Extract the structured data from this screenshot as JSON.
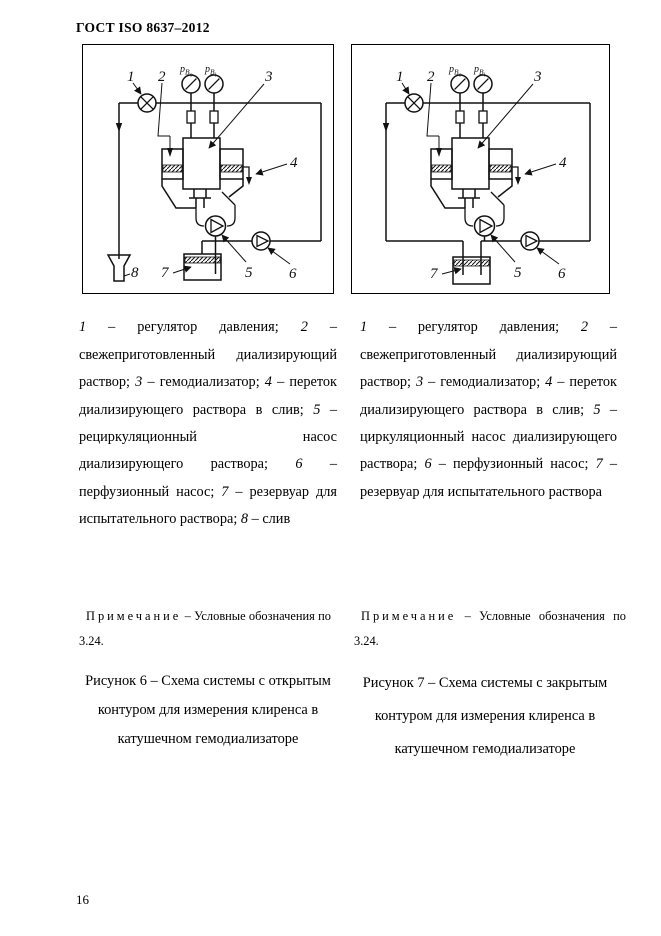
{
  "page": {
    "header": "ГОСТ ISO 8637–2012",
    "number": "16"
  },
  "gauge_labels": {
    "p": "p",
    "B": "B",
    "o": "o",
    "i": "i"
  },
  "separators": {
    "item": "; ",
    "dash": " – "
  },
  "figures": {
    "left": {
      "diagram_labels": {
        "n1": "1",
        "n2": "2",
        "n3": "3",
        "n4": "4",
        "n5": "5",
        "n6": "6",
        "n7": "7",
        "n8": "8"
      },
      "legend": [
        {
          "n": "1",
          "t": "регулятор давления"
        },
        {
          "n": "2",
          "t": "свежеприготовленный диализирующий раствор"
        },
        {
          "n": "3",
          "t": "гемодиализатор"
        },
        {
          "n": "4",
          "t": "переток диализирующего раствора в слив"
        },
        {
          "n": "5",
          "t": "рециркуляционный насос диализирующего раствора"
        },
        {
          "n": "6",
          "t": "перфузионный насос"
        },
        {
          "n": "7",
          "t": "резервуар для испытательного раствора"
        },
        {
          "n": "8",
          "t": "слив"
        }
      ],
      "note_label": "Примечание",
      "note_text": "– Условные обозначения по 3.24.",
      "caption": "Рисунок 6 – Схема системы с открытым контуром для измерения клиренса в катушечном гемодиализаторе"
    },
    "right": {
      "diagram_labels": {
        "n1": "1",
        "n2": "2",
        "n3": "3",
        "n4": "4",
        "n5": "5",
        "n6": "6",
        "n7": "7"
      },
      "legend": [
        {
          "n": "1",
          "t": "регулятор давления"
        },
        {
          "n": "2",
          "t": "свежеприготовленный диализирующий раствор"
        },
        {
          "n": "3",
          "t": "гемодиализатор"
        },
        {
          "n": "4",
          "t": "переток диализирующего раствора в слив"
        },
        {
          "n": "5",
          "t": "циркуляционный насос диализирующего раствора"
        },
        {
          "n": "6",
          "t": "перфузионный насос"
        },
        {
          "n": "7",
          "t": "резервуар для испытательного раствора"
        }
      ],
      "note_label": "Примечание",
      "note_text": "– Условные обозначения по 3.24.",
      "caption": "Рисунок 7 – Схема системы с закрытым контуром для измерения клиренса в катушечном гемодиализаторе"
    }
  }
}
